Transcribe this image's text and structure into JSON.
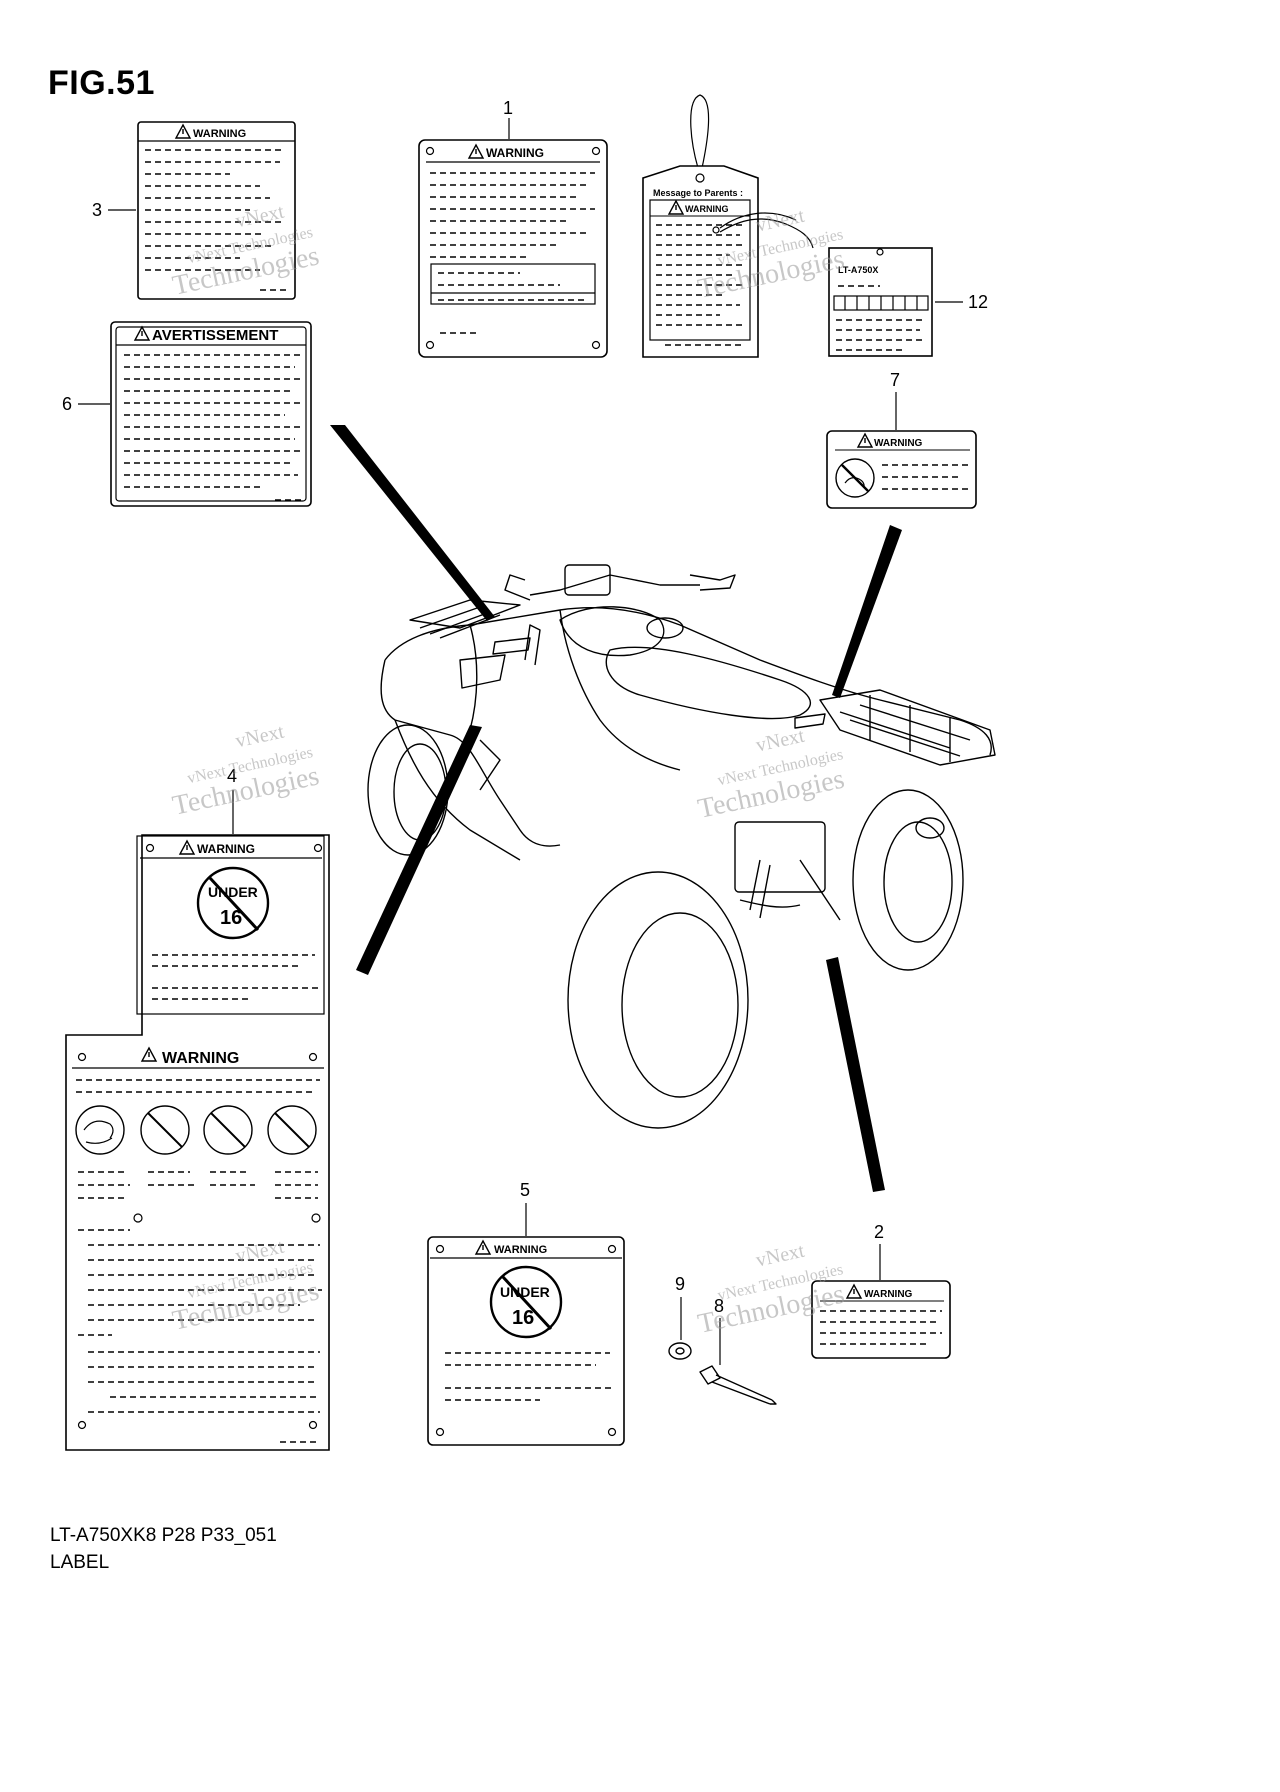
{
  "figure": {
    "title": "FIG.51"
  },
  "caption": {
    "model": "LT-A750XK8 P28 P33_051",
    "name": "LABEL"
  },
  "labels": {
    "warning": "WARNING",
    "avertissement": "AVERTISSEMENT",
    "under": "UNDER",
    "age": "16",
    "parents": "Message to Parents :",
    "model_tag": "LT-A750X"
  },
  "callouts": {
    "c1": "1",
    "c2": "2",
    "c3": "3",
    "c4": "4",
    "c5": "5",
    "c6": "6",
    "c7": "7",
    "c8": "8",
    "c9": "9",
    "c12": "12"
  },
  "watermark": {
    "line1": "vNext",
    "line2": "vNext Technologies",
    "line3": "Technologies"
  },
  "icons": [
    "warning-triangle-icon",
    "under-16-prohibition-icon",
    "rider-prohibition-icon"
  ]
}
